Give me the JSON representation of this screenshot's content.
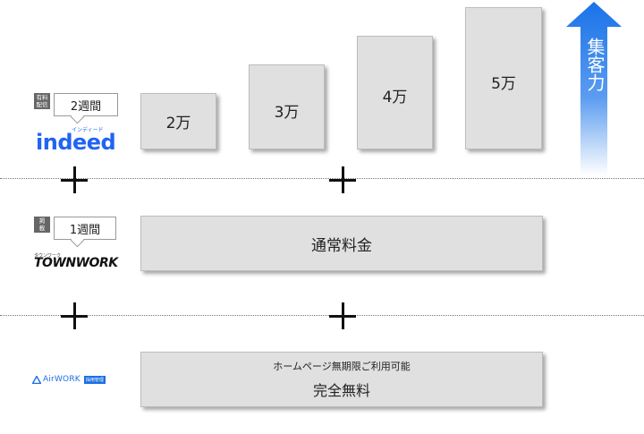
{
  "indeed": {
    "badge": [
      "有料",
      "配信"
    ],
    "period": "2週間",
    "logo_small": "インディード",
    "logo": "indeed",
    "tiers": [
      "2万",
      "3万",
      "4万",
      "5万"
    ]
  },
  "townwork": {
    "badge": [
      "掲",
      "載"
    ],
    "period": "1週間",
    "logo_small": "タウンワーク",
    "logo": "TOWNWORK",
    "price": "通常料金"
  },
  "airwork": {
    "logo": "AirWORK",
    "logo_badge": "採用管理",
    "line1": "ホームページ無期限ご利用可能",
    "line2": "完全無料"
  },
  "arrow_label": "集客力",
  "colors": {
    "arrow": "#1a73e8",
    "box": "#e0e0e0",
    "indeed": "#2164f3"
  }
}
